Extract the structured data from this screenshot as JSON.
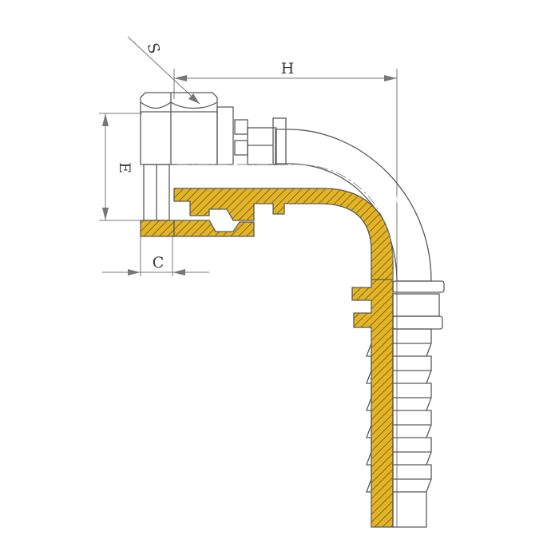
{
  "labels": {
    "s": "S",
    "h": "H",
    "e": "E",
    "c": "C"
  },
  "colors": {
    "section_fill": "#e3b526",
    "outline": "#5a5a5a",
    "metal_light": "#f4f4f4",
    "metal_shade": "#c9c9c9",
    "dimension": "#777777",
    "background": "#ffffff"
  }
}
